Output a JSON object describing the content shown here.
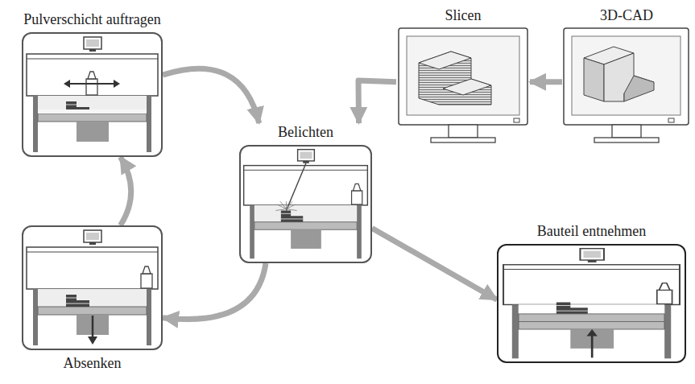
{
  "diagram": {
    "nodes": [
      {
        "text": [
          "Pulverschicht auftragen"
        ]
      },
      {
        "text": [
          "Slicen"
        ]
      },
      {
        "text": [
          "3D-CAD"
        ]
      },
      {
        "text": [
          "Belichten"
        ]
      },
      {
        "text": [
          "Bauteil entnehmen"
        ]
      },
      {
        "text": [
          "Absenken"
        ]
      }
    ],
    "edges": [
      {
        "from": 2,
        "to": 1,
        "arrow": "to"
      },
      {
        "from": 1,
        "to": 3,
        "arrow": "to"
      },
      {
        "from": 0,
        "to": 3,
        "arrow": "to"
      },
      {
        "from": 3,
        "to": 5,
        "arrow": "to"
      },
      {
        "from": 5,
        "to": 0,
        "arrow": "to"
      },
      {
        "from": 3,
        "to": 4,
        "arrow": "to"
      }
    ]
  }
}
